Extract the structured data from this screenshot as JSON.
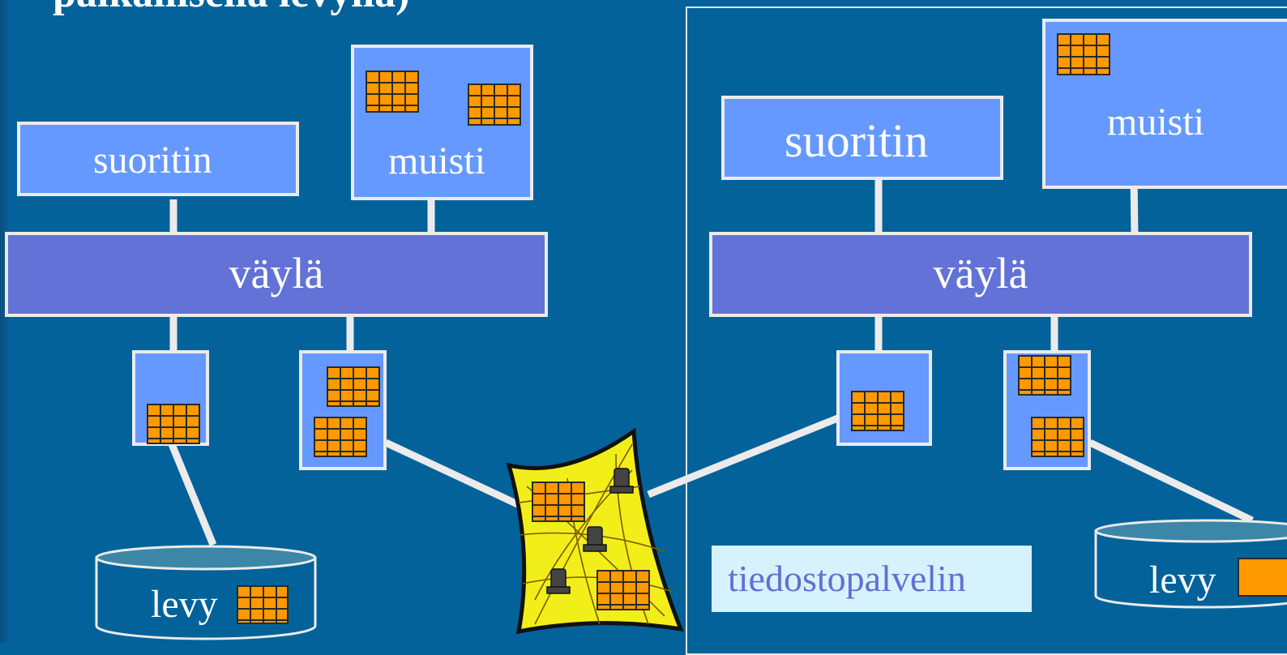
{
  "slide": {
    "title": "paikallisella levyllä)"
  },
  "left_computer": {
    "cpu_label": "suoritin",
    "memory_label": "muisti",
    "bus_label": "väylä",
    "disk_label": "levy"
  },
  "right_computer": {
    "cpu_label": "suoritin",
    "memory_label": "muisti",
    "bus_label": "väylä",
    "disk_label": "levy",
    "server_label": "tiedostopalvelin"
  },
  "colors": {
    "background": "#03629a",
    "component": "#6699ff",
    "bus": "#6372d6",
    "block": "#ff9900",
    "network": "#f2ee1a",
    "server_label_bg": "#d6f2fd"
  },
  "icons": {
    "data_block": "orange-grid-block",
    "network": "network-web-icon",
    "disk": "disk-cylinder-icon"
  }
}
